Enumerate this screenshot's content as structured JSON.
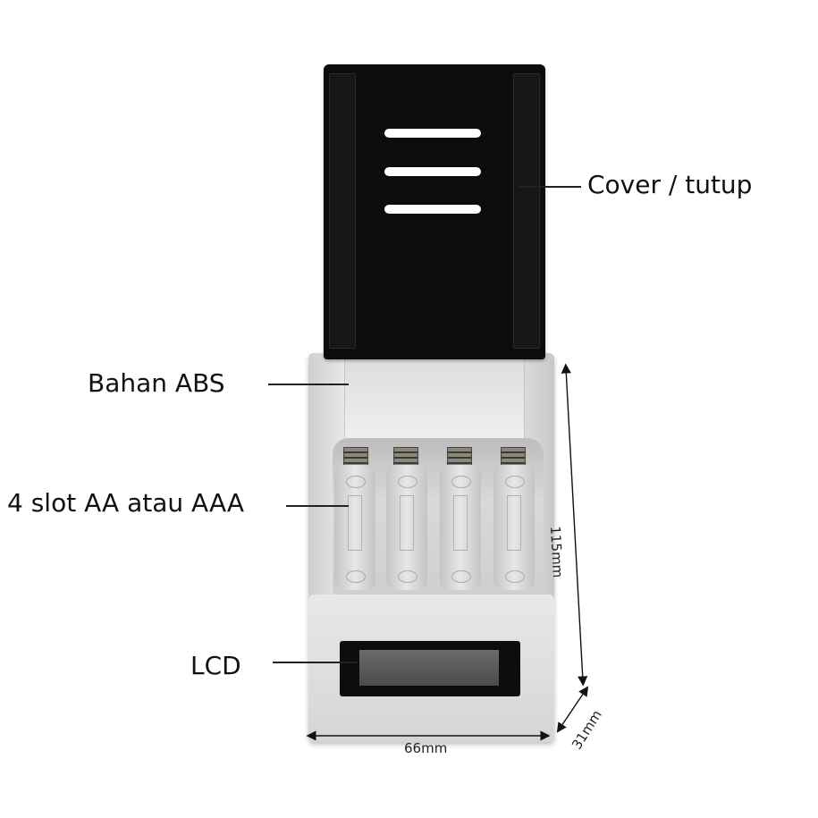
{
  "annotations": {
    "cover": "Cover / tutup",
    "material": "Bahan ABS",
    "slots": "4 slot AA atau AAA",
    "lcd": "LCD"
  },
  "dimensions": {
    "height": "115mm",
    "width": "66mm",
    "depth": "31mm"
  },
  "product": {
    "slot_count": 4,
    "cover_color": "#0c0c0c",
    "body_color": "#e6e6e6"
  }
}
